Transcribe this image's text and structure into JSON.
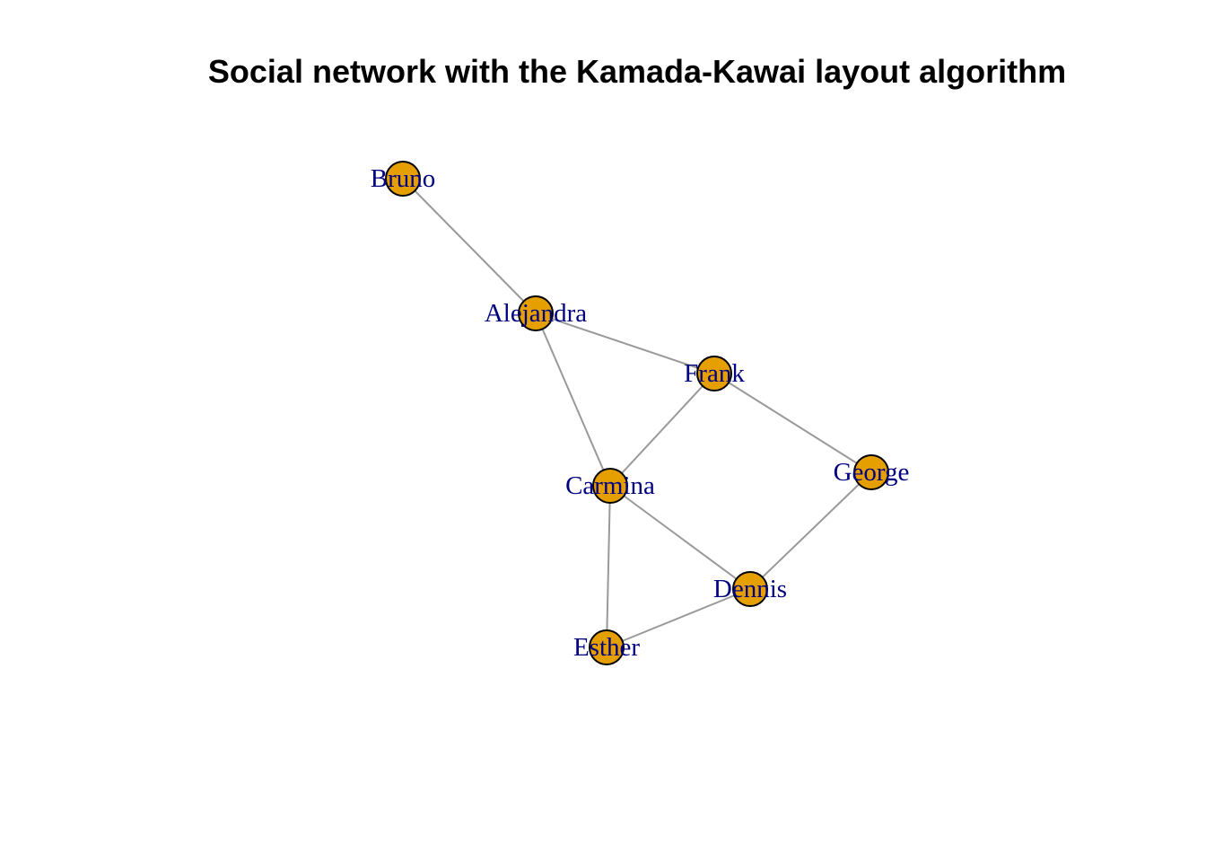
{
  "title": "Social network with the Kamada-Kawai layout algorithm",
  "colors": {
    "vertex_fill": "#E69F00",
    "vertex_border": "#000000",
    "edge": "#999999",
    "label": "#000080",
    "background": "#FFFFFF"
  },
  "nodes": [
    {
      "id": "bruno",
      "label": "Bruno"
    },
    {
      "id": "alejandra",
      "label": "Alejandra"
    },
    {
      "id": "frank",
      "label": "Frank"
    },
    {
      "id": "carmina",
      "label": "Carmina"
    },
    {
      "id": "george",
      "label": "George"
    },
    {
      "id": "dennis",
      "label": "Dennis"
    },
    {
      "id": "esther",
      "label": "Esther"
    }
  ],
  "edges": [
    {
      "source": "bruno",
      "target": "alejandra"
    },
    {
      "source": "alejandra",
      "target": "frank"
    },
    {
      "source": "alejandra",
      "target": "carmina"
    },
    {
      "source": "frank",
      "target": "carmina"
    },
    {
      "source": "frank",
      "target": "george"
    },
    {
      "source": "carmina",
      "target": "dennis"
    },
    {
      "source": "carmina",
      "target": "esther"
    },
    {
      "source": "george",
      "target": "dennis"
    },
    {
      "source": "dennis",
      "target": "esther"
    }
  ]
}
